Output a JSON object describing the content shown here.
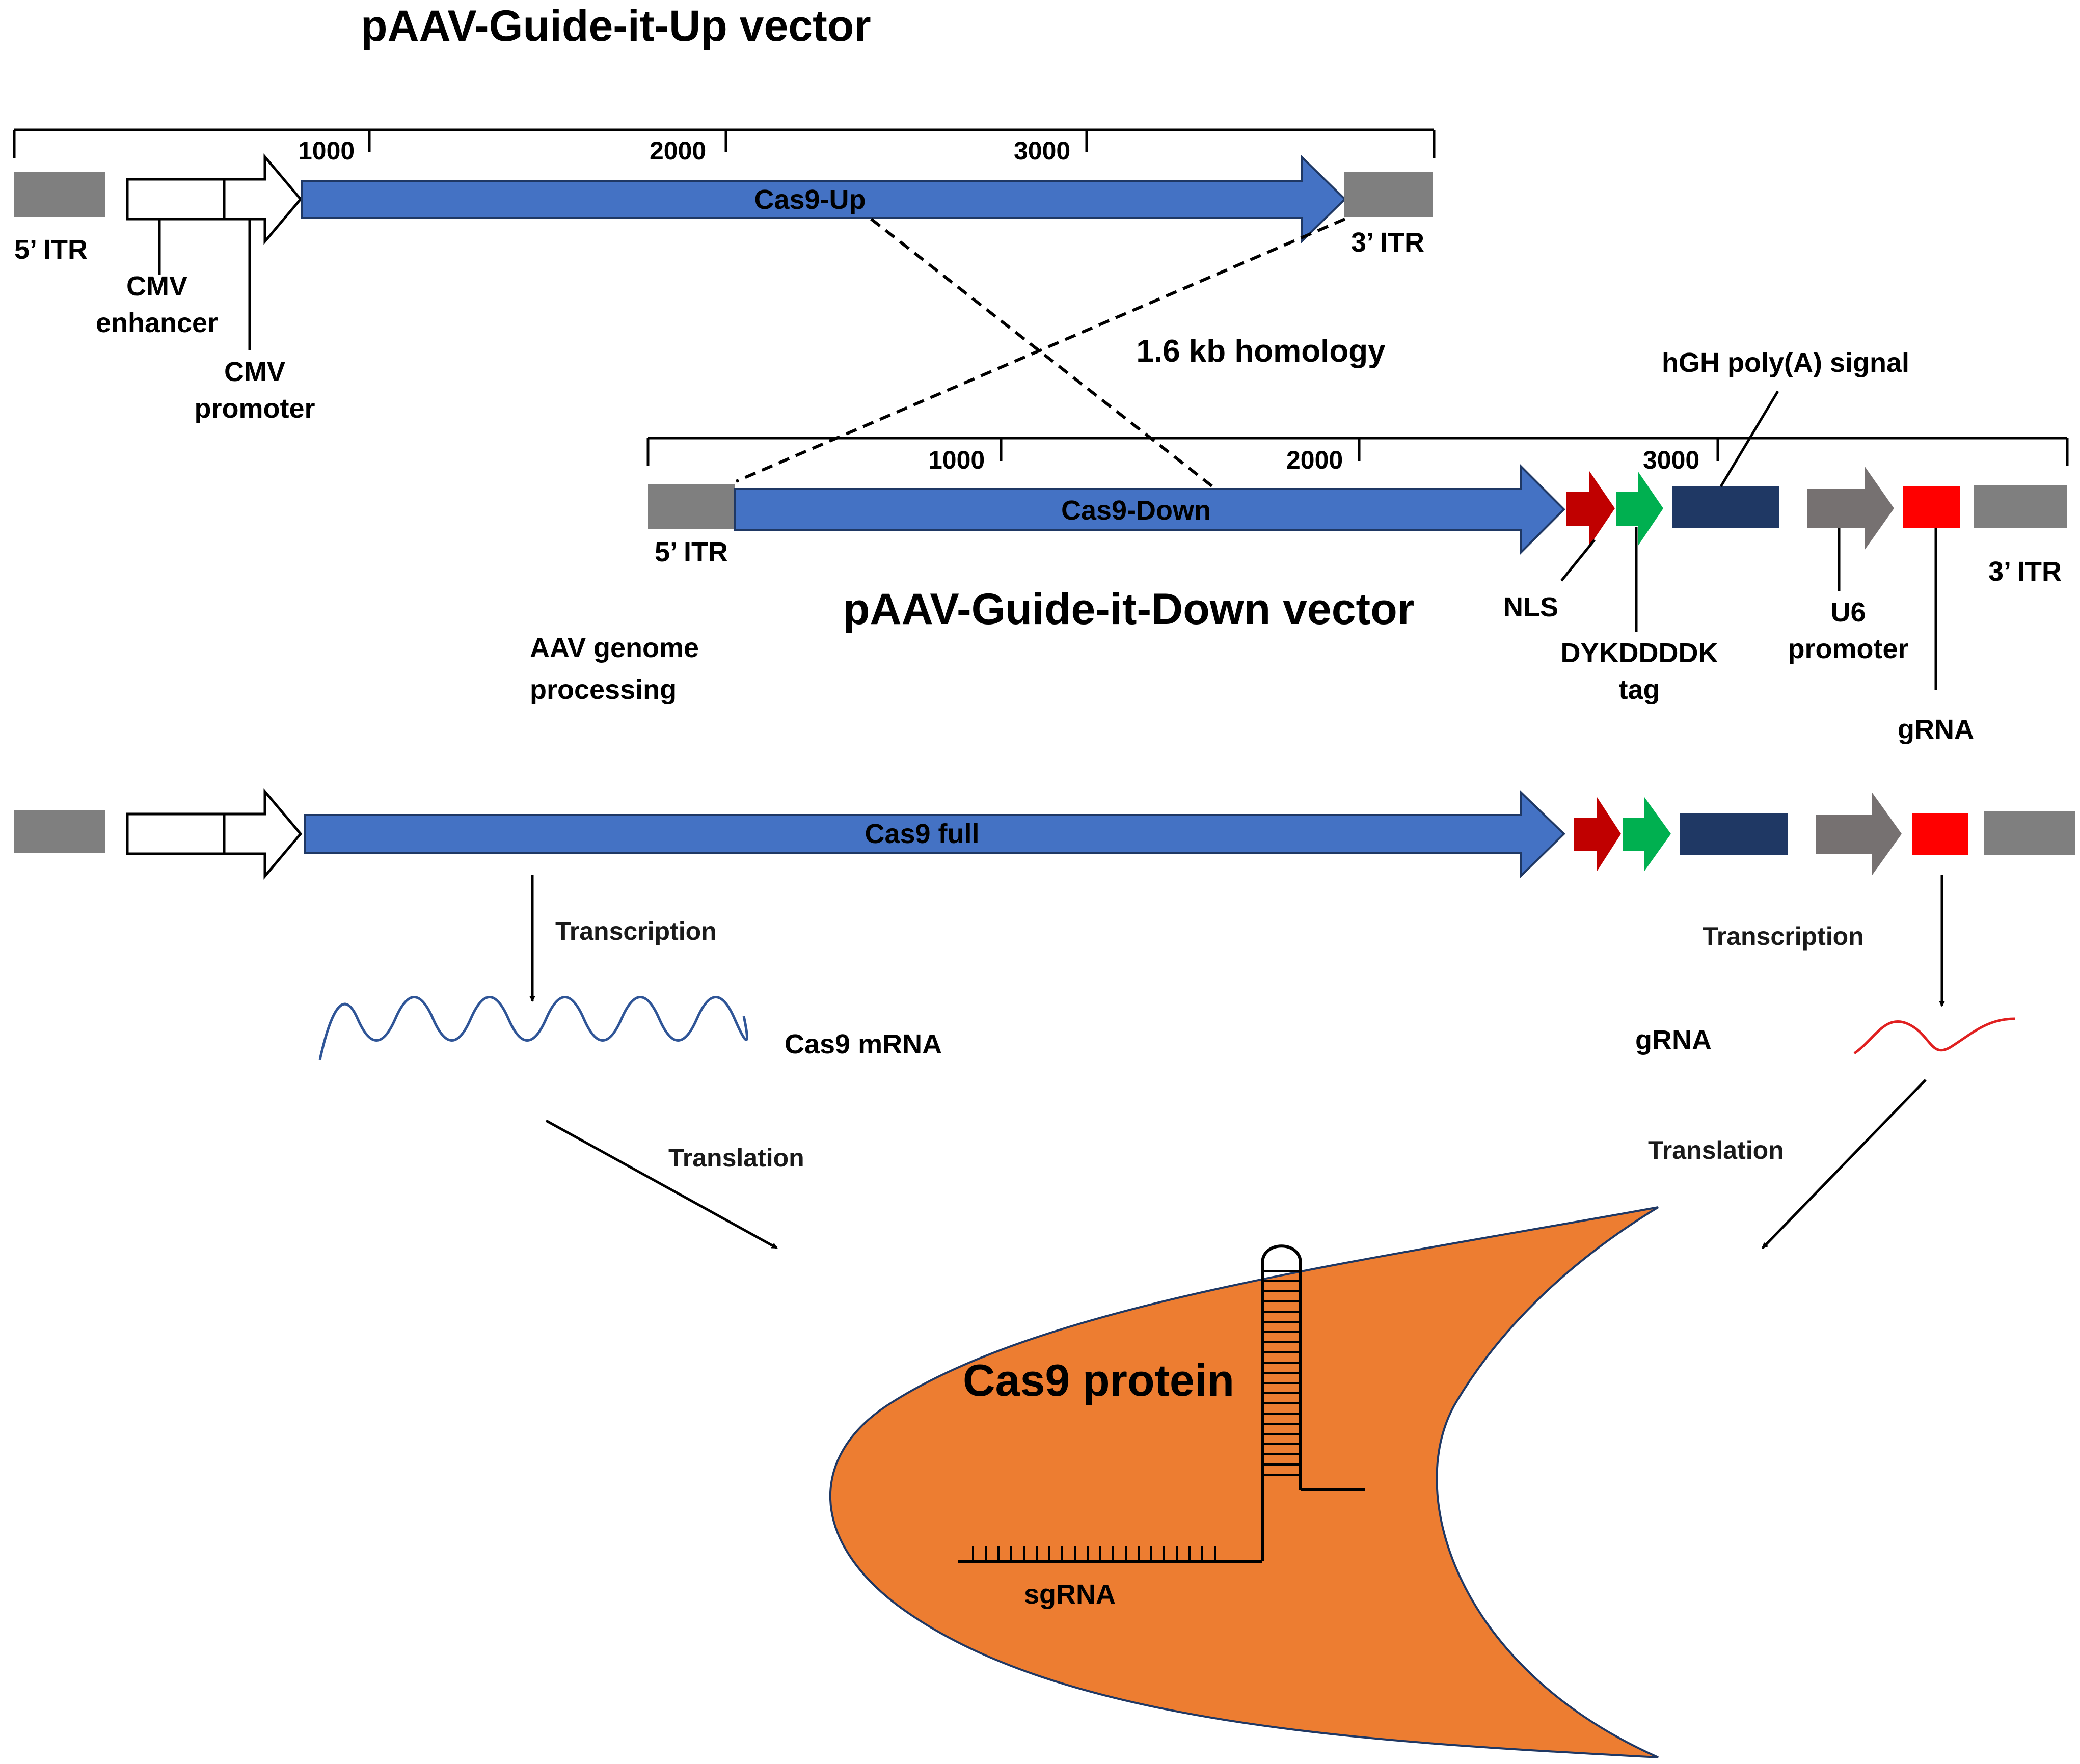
{
  "colors": {
    "cas9": "#4472c4",
    "itr": "#7f7f7f",
    "nls": "#c00000",
    "tag": "#00b050",
    "polyA": "#1f3864",
    "u6": "#767171",
    "grna_box": "#ff0000",
    "protein": "#ed7d31",
    "mrna": "#2f5597",
    "grna_wave": "#e02020"
  },
  "up_vector": {
    "title": "pAAV-Guide-it-Up vector",
    "scale_ticks": [
      "1000",
      "2000",
      "3000"
    ],
    "cas9_label": "Cas9-Up",
    "itr5": "5’ ITR",
    "itr3": "3’ ITR",
    "cmv_enhancer": [
      "CMV",
      "enhancer"
    ],
    "cmv_promoter": [
      "CMV",
      "promoter"
    ]
  },
  "homology_label": "1.6 kb homology",
  "down_vector": {
    "title": "pAAV-Guide-it-Down vector",
    "scale_ticks": [
      "1000",
      "2000",
      "3000"
    ],
    "cas9_label": "Cas9-Down",
    "itr5": "5’ ITR",
    "itr3": "3’ ITR",
    "polyA": "hGH poly(A) signal",
    "nls": "NLS",
    "tag": [
      "DYKDDDDK",
      "tag"
    ],
    "u6": [
      "U6",
      "promoter"
    ],
    "grna": "gRNA"
  },
  "processing": [
    "AAV genome",
    "processing"
  ],
  "full": {
    "cas9_label": "Cas9 full"
  },
  "left_path": {
    "transcription": "Transcription",
    "product": "Cas9 mRNA",
    "translation": "Translation"
  },
  "right_path": {
    "transcription": "Transcription",
    "product": "gRNA",
    "translation": "Translation"
  },
  "protein": {
    "label": "Cas9 protein",
    "sgrna": "sgRNA"
  }
}
